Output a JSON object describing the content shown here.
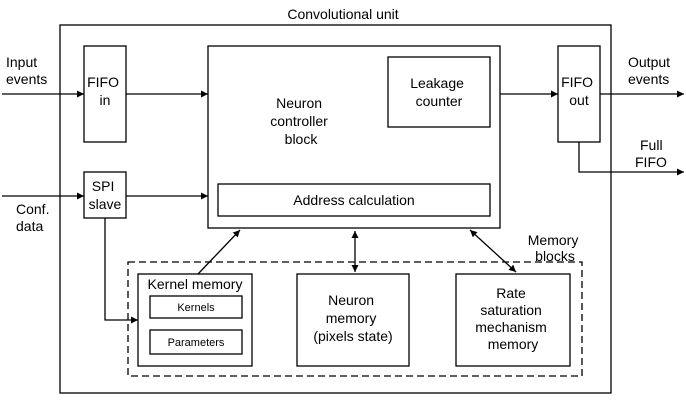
{
  "diagram": {
    "title": "Convolutional unit",
    "inputs": {
      "input_events": [
        "Input",
        "events"
      ],
      "conf_data": [
        "Conf.",
        "data"
      ]
    },
    "outputs": {
      "output_events": [
        "Output",
        "events"
      ],
      "full_fifo": [
        "Full",
        "FIFO"
      ]
    },
    "blocks": {
      "fifo_in": [
        "FIFO",
        "in"
      ],
      "spi_slave": [
        "SPI",
        "slave"
      ],
      "neuron_controller": [
        "Neuron",
        "controller",
        "block"
      ],
      "leakage_counter": [
        "Leakage",
        "counter"
      ],
      "address_calculation": "Address calculation",
      "fifo_out": [
        "FIFO",
        "out"
      ],
      "memory_blocks": [
        "Memory",
        "blocks"
      ],
      "kernel_memory": "Kernel memory",
      "kernels": "Kernels",
      "parameters": "Parameters",
      "neuron_memory": [
        "Neuron",
        "memory",
        "(pixels state)"
      ],
      "rate_saturation": [
        "Rate",
        "saturation",
        "mechanism",
        "memory"
      ]
    }
  }
}
